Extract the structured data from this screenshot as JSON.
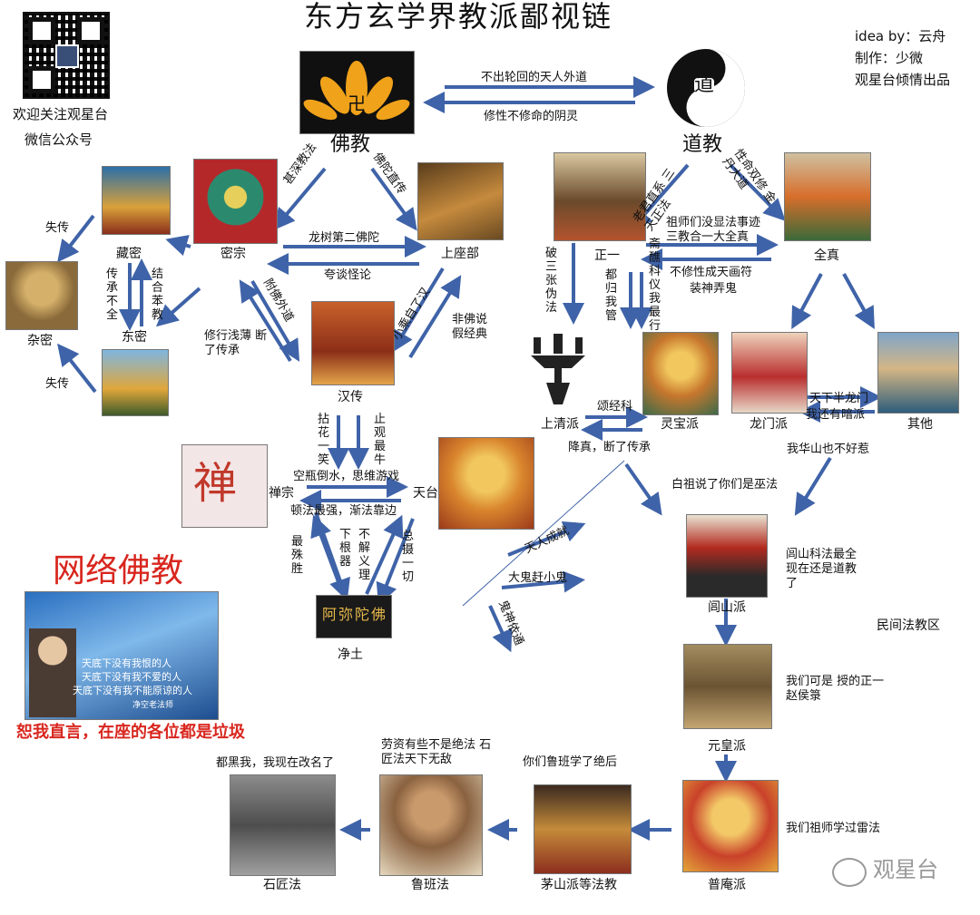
{
  "title": "东方玄学界教派鄙视链",
  "credits": {
    "idea": "idea by：云舟",
    "maker": "制作：少微",
    "presenter": "观星台倾情出品"
  },
  "qr": {
    "caption1": "欢迎关注观星台",
    "caption2": "微信公众号"
  },
  "buddhism": {
    "label": "佛教",
    "to_taoism": "不出轮回的天人外道",
    "from_taoism": "修性不修命的阴灵",
    "edge_mizong": "甚深教法",
    "edge_shangzuo": "佛陀直传",
    "mizong": "密宗",
    "zangmi": "藏密",
    "dongmi": "东密",
    "zami": "杂密",
    "shangzuo": "上座部",
    "hanchuan": "汉传",
    "zami_lost1": "失传",
    "zami_lost2": "失传",
    "zangmi_dongmi_a": "传承不全",
    "zangmi_dongmi_b": "结合苯教",
    "longshu": "龙树第二佛陀",
    "kuatan": "夸谈怪论",
    "mizong_han_a": "附佛外道",
    "mizong_han_b": "修行浅薄 断了传承",
    "shangzuo_han_a": "小乘自了汉",
    "shangzuo_han_b": "非佛说 假经典",
    "han_chan": "拈花一笑",
    "han_tiantai": "止观最牛",
    "chan": "禅宗",
    "tiantai": "天台",
    "chan_tiantai_a": "空瓶倒水，思维游戏",
    "chan_tiantai_b": "顿法最强，渐法靠边",
    "chan_jingtu": "最殊胜",
    "jingtu_chan": "下根器",
    "jingtu_tiantai_a": "不解义理",
    "jingtu_tiantai_b": "总摄一切",
    "jingtu": "净土",
    "jingtu_sign": "阿弥陀佛",
    "chan_char": "禅",
    "net": "网络佛教",
    "net_banner": [
      "天底下没有我恨的人",
      "天底下没有我不爱的人",
      "天底下没有我不能原谅的人"
    ],
    "net_sig": "净空老法师",
    "net_caption": "恕我直言，在座的各位都是垃圾",
    "tianren": "天人成就",
    "dagui": "大鬼赶小鬼",
    "guishen": "鬼神依通"
  },
  "taoism": {
    "label": "道教",
    "yin_yang_char": "道",
    "edge_zhengyi": "老君直系 三天正法",
    "edge_quanzhen": "性命双修 金丹大道",
    "zhengyi": "正一",
    "quanzhen": "全真",
    "zq_a": "祖师们没显法事迹",
    "zq_b": "三教合一大全真",
    "qz_a": "不修性成天画符",
    "qz_b": "装神弄鬼",
    "zy_shangqing": "破三张伪法",
    "zy_lingbao_a": "都归我管",
    "zy_lingbao_b": "斋醮科仪我最行",
    "shangqing": "上清派",
    "lingbao": "灵宝派",
    "longmen": "龙门派",
    "qita": "其他",
    "song_ke": "颂经科",
    "jiangzhen": "降真，断了传承",
    "longmen_qita_a": "天下半龙门",
    "longmen_qita_b": "我还有暗派",
    "huashan": "我华山也不好惹",
    "wufa": "白祖说了你们是巫法",
    "lushan": "闾山派",
    "lushan_note": "闾山科法最全 现在还是道教了",
    "minjian": "民间法教区",
    "yuanhuang": "元皇派",
    "yuanhuang_note": "我们可是 授的正一赵侯箓",
    "puan": "普庵派",
    "puan_note": "我们祖师学过雷法",
    "maoshan": "茅山派等法教",
    "maoshan_note": "你们鲁班学了绝后",
    "luban": "鲁班法",
    "luban_note": "劳资有些不是绝法 石匠法天下无敌",
    "shijiang": "石匠法",
    "shijiang_note": "都黑我，我现在改名了"
  },
  "watermark": "观星台",
  "colors": {
    "arrow": "#3f63a8",
    "red": "#d8261e"
  }
}
